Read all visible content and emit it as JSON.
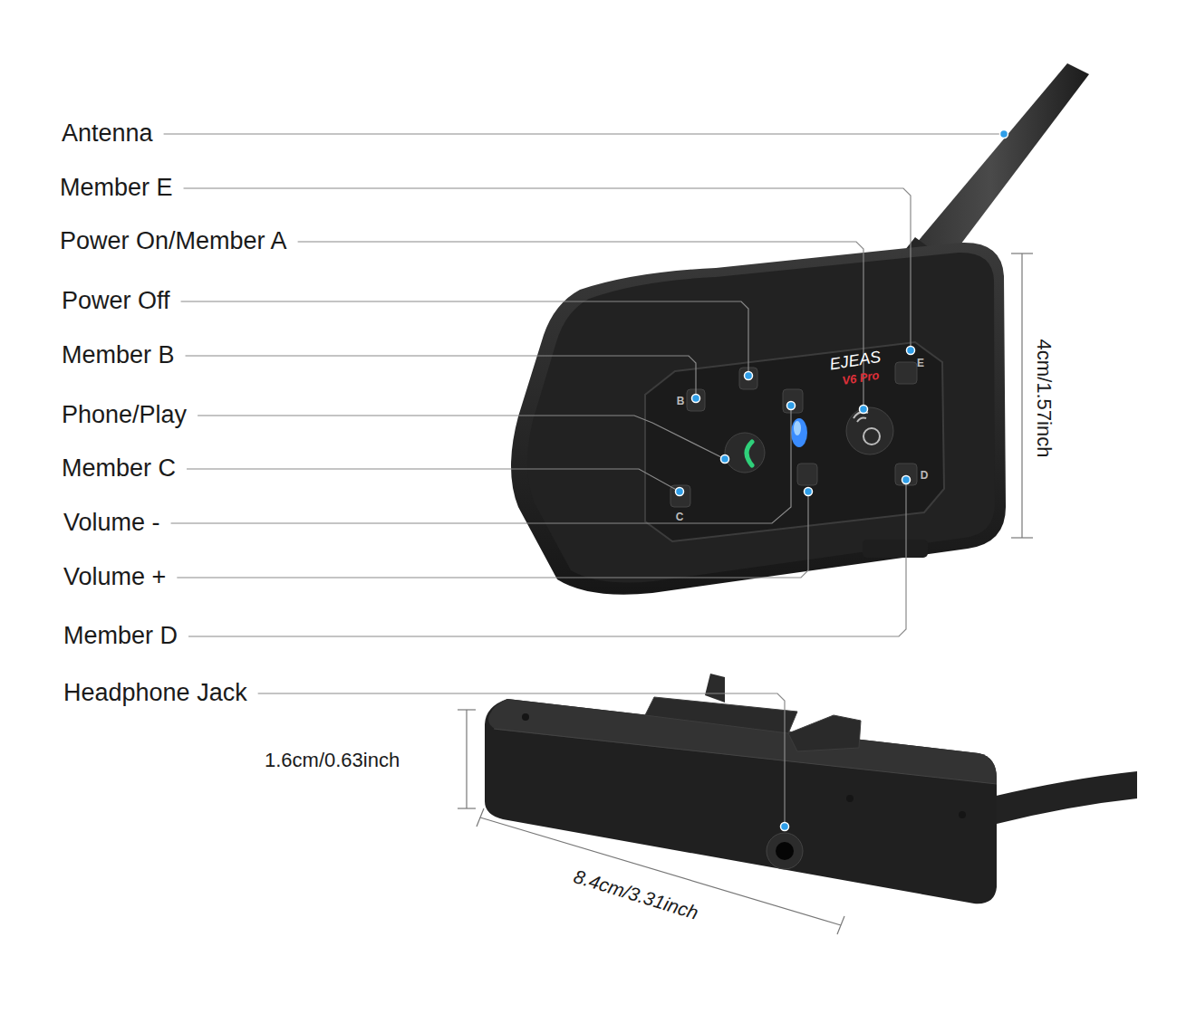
{
  "diagram": {
    "labels": [
      "Antenna",
      "Member E",
      "Power On/Member A",
      "Power Off",
      "Member B",
      "Phone/Play",
      "Member C",
      "Volume -",
      "Volume +",
      "Member D",
      "Headphone Jack",
      "4cm/1.57inch",
      "1.6cm/0.63inch",
      "8.4cm/3.31inch",
      "EJEAS",
      "V6 Pro",
      "B",
      "C",
      "E",
      "D"
    ]
  }
}
